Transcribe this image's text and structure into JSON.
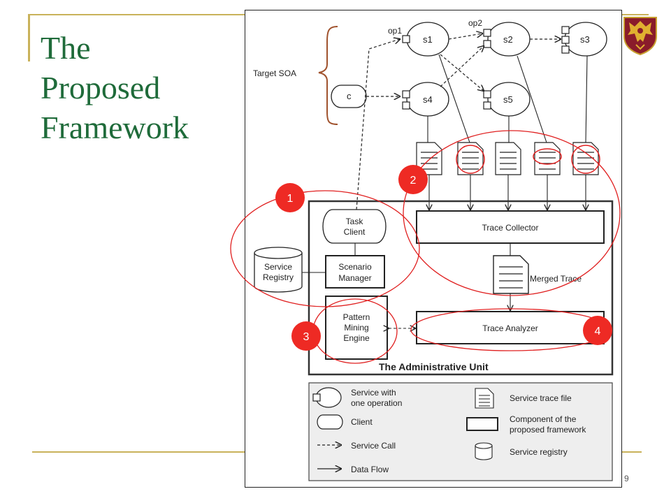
{
  "slide": {
    "title_lines": [
      "The",
      "Proposed",
      "Framework"
    ],
    "page_number": "9",
    "crest_icon": "university-crest-icon"
  },
  "colors": {
    "title": "#1f6b3a",
    "rule": "#c9b25a",
    "highlight_circle": "#e02020",
    "number_badge": "#ee2a24"
  },
  "diagram": {
    "target_soa_label": "Target SOA",
    "services": {
      "s1": "s1",
      "s2": "s2",
      "s3": "s3",
      "s4": "s4",
      "s5": "s5",
      "client": "c",
      "op1": "op1",
      "op2": "op2"
    },
    "task_client": [
      "Task",
      "Client"
    ],
    "trace_collector": "Trace Collector",
    "merged_trace": "Merged Trace",
    "service_registry": [
      "Service",
      "Registry"
    ],
    "scenario_manager": [
      "Scenario",
      "Manager"
    ],
    "pattern_mining_engine": [
      "Pattern",
      "Mining",
      "Engine"
    ],
    "trace_analyzer": "Trace Analyzer",
    "admin_unit": "The Administrative Unit",
    "badges": [
      "1",
      "2",
      "3",
      "4"
    ]
  },
  "legend": {
    "service_one_op": [
      "Service with",
      "one operation"
    ],
    "client": "Client",
    "service_call": "Service Call",
    "data_flow": "Data Flow",
    "trace_file": "Service trace file",
    "component": [
      "Component of the",
      "proposed framework"
    ],
    "registry": "Service registry"
  }
}
